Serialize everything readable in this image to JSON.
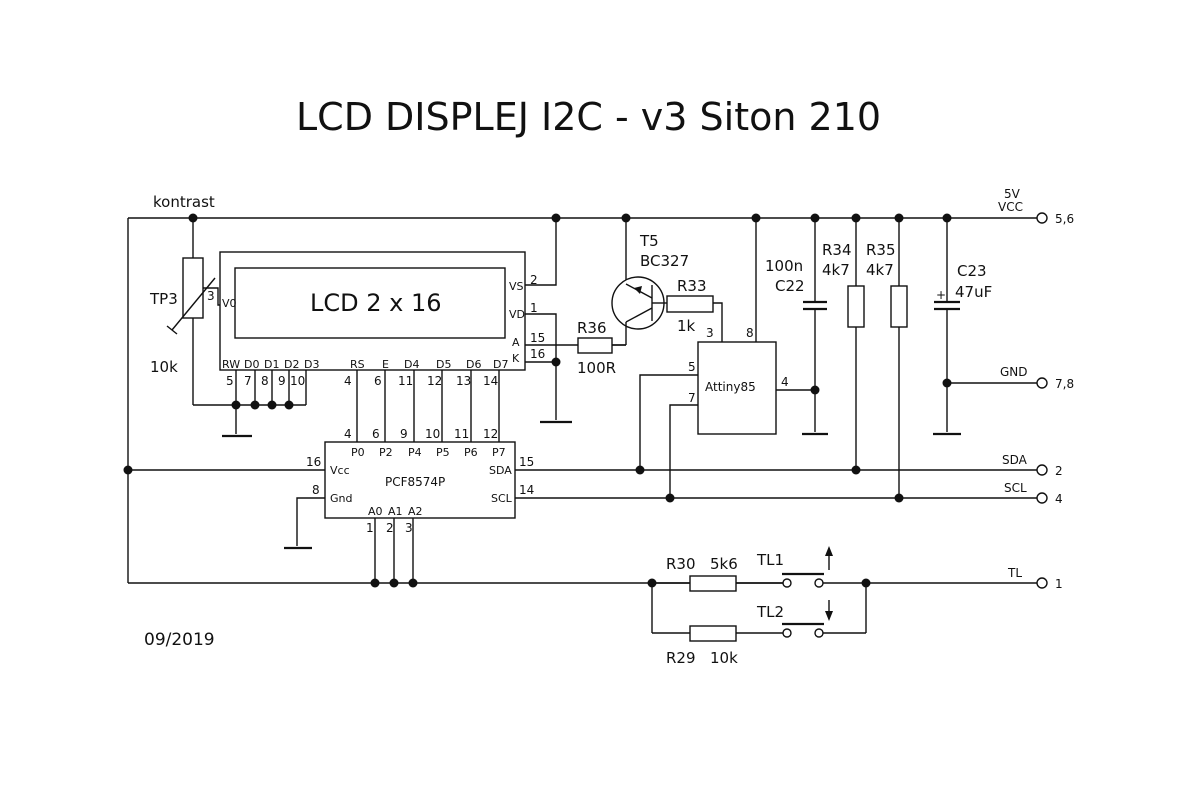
{
  "title": "LCD DISPLEJ I2C - v3  Siton 210",
  "date": "09/2019",
  "contrast_label": "kontrast",
  "lcd": {
    "label": "LCD 2 x 16",
    "pins_left": [
      "V0",
      "RW",
      "D0",
      "D1",
      "D2",
      "D3"
    ],
    "pins_bottom": [
      "RS",
      "E",
      "D4",
      "D5",
      "D6",
      "D7"
    ],
    "pins_right": [
      "VS",
      "VD",
      "A",
      "K"
    ],
    "pin_numbers_bottom": [
      "5",
      "7",
      "8",
      "9",
      "10",
      "4",
      "6",
      "11",
      "12",
      "13",
      "14"
    ],
    "pin_numbers_right": [
      "2",
      "1",
      "15",
      "16"
    ],
    "pin_v0": "3"
  },
  "tp3": {
    "name": "TP3",
    "value": "10k"
  },
  "pcf": {
    "name": "PCF8574P",
    "pins": [
      "P0",
      "P2",
      "P4",
      "P5",
      "P6",
      "P7"
    ],
    "pin_numbers_top": [
      "4",
      "6",
      "9",
      "10",
      "11",
      "12"
    ],
    "vcc": "Vcc",
    "gnd": "Gnd",
    "sda": "SDA",
    "scl": "SCL",
    "vcc_pin": "16",
    "gnd_pin": "8",
    "sda_pin": "15",
    "scl_pin": "14",
    "addr_labels": [
      "A0",
      "A1",
      "A2"
    ],
    "addr_pins": [
      "1",
      "2",
      "3"
    ]
  },
  "t5": {
    "name": "T5",
    "type": "BC327"
  },
  "r33": {
    "name": "R33",
    "value": "1k"
  },
  "r36": {
    "name": "R36",
    "value": "100R"
  },
  "attiny": {
    "name": "Attiny85",
    "pins": [
      "3",
      "8",
      "5",
      "7",
      "4"
    ]
  },
  "c22": {
    "name": "C22",
    "value": "100n"
  },
  "r34": {
    "name": "R34",
    "value": "4k7"
  },
  "r35": {
    "name": "R35",
    "value": "4k7"
  },
  "c23": {
    "name": "C23",
    "value": "47uF",
    "polarity": "+"
  },
  "r30": {
    "name": "R30",
    "value": "5k6"
  },
  "r29": {
    "name": "R29",
    "value": "10k"
  },
  "tl1": {
    "name": "TL1"
  },
  "tl2": {
    "name": "TL2"
  },
  "connector": [
    {
      "label_top": "5V",
      "label": "VCC",
      "pins": "5,6"
    },
    {
      "label": "GND",
      "pins": "7,8"
    },
    {
      "label": "SDA",
      "pins": "2"
    },
    {
      "label": "SCL",
      "pins": "4"
    },
    {
      "label": "TL",
      "pins": "1"
    }
  ]
}
